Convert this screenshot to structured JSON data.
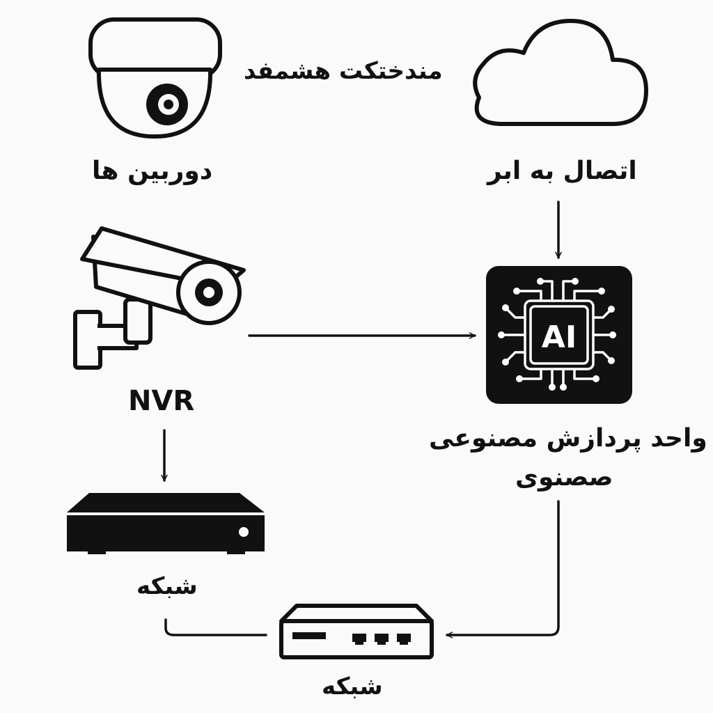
{
  "labels": {
    "header_text": "مندختکت هشمفد",
    "cameras": "دوربین ها",
    "cloud_connection": "اتصال به ابر",
    "nvr": "NVR",
    "ai_unit_line1": "واحد پردازش مصنوعی",
    "ai_unit_line2": "صصنوی",
    "network_upper": "شبکه",
    "network_lower": "شبکه",
    "ai_chip_text": "AI"
  },
  "colors": {
    "ink": "#111111",
    "background": "#fafafa",
    "chip_fill": "#111111",
    "chip_line": "#ffffff"
  },
  "icons": [
    "dome-camera-icon",
    "cloud-icon",
    "bullet-camera-icon",
    "ai-chip-icon",
    "nvr-recorder-icon",
    "network-switch-icon"
  ]
}
